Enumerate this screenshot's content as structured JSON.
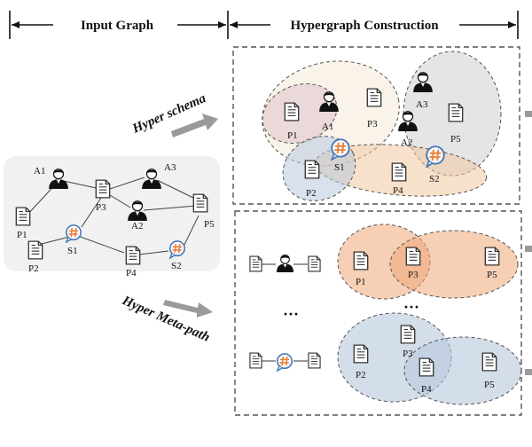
{
  "header": {
    "input_graph": "Input Graph",
    "hypergraph_construction": "Hypergraph Construction"
  },
  "labels": {
    "hyper_schema": "Hyper schema",
    "hyper_meta_path": "Hyper Meta-path",
    "ellipsis": "···"
  },
  "input_graph": {
    "nodes": {
      "A1": "A1",
      "A2": "A2",
      "A3": "A3",
      "P1": "P1",
      "P2": "P2",
      "P3": "P3",
      "P4": "P4",
      "P5": "P5",
      "S1": "S1",
      "S2": "S2"
    }
  },
  "hyper_schema_panel": {
    "nodes": {
      "A1": "A1",
      "A2": "A2",
      "A3": "A3",
      "P1": "P1",
      "P2": "P2",
      "P3": "P3",
      "P4": "P4",
      "P5": "P5",
      "S1": "S1",
      "S2": "S2"
    }
  },
  "meta_path_panel": {
    "top": {
      "P1": "P1",
      "P3": "P3",
      "P5": "P5"
    },
    "bottom": {
      "P2": "P2",
      "P3": "P3",
      "P4": "P4",
      "P5": "P5"
    }
  },
  "colors": {
    "accent_orange": "#e8823e",
    "tag_blue": "#4a7ab8",
    "pink_edge": "#d9b8c4",
    "beige_edge": "#f5e9d8",
    "gray_edge": "#cfcfcf",
    "blue_edge": "#b8c8dc",
    "orange_edge": "#f2c9a0"
  }
}
